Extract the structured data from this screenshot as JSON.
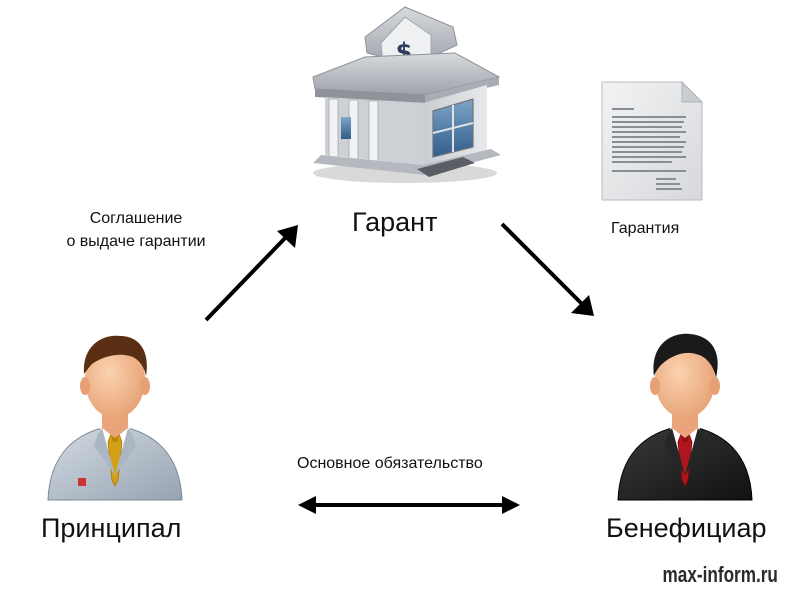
{
  "diagram": {
    "nodes": {
      "guarantor": {
        "label": "Гарант",
        "icon": "bank-building-icon"
      },
      "principal": {
        "label": "Принципал",
        "icon": "businessman-grey-suit-icon"
      },
      "beneficiary": {
        "label": "Бенефициар",
        "icon": "businessman-black-suit-icon"
      },
      "document": {
        "label": "Гарантия",
        "icon": "document-page-icon"
      }
    },
    "edges": [
      {
        "from": "principal",
        "to": "guarantor",
        "label_line1": "Соглашение",
        "label_line2": "о выдаче гарантии",
        "direction": "one-way"
      },
      {
        "from": "guarantor",
        "to": "beneficiary",
        "direction": "one-way"
      },
      {
        "from": "principal",
        "to": "beneficiary",
        "label": "Основное обязательство",
        "direction": "two-way"
      }
    ]
  },
  "watermark": "max-inform.ru",
  "colors": {
    "arrow": "#000000",
    "principal_suit": "#b4c0cc",
    "principal_tie": "#d4a017",
    "beneficiary_suit": "#1e1e1e",
    "beneficiary_tie": "#b0141c",
    "skin": "#f2b48a",
    "hair_brown": "#5a2e12",
    "hair_black": "#1a1a1a",
    "bank": "#b8bcc2"
  }
}
